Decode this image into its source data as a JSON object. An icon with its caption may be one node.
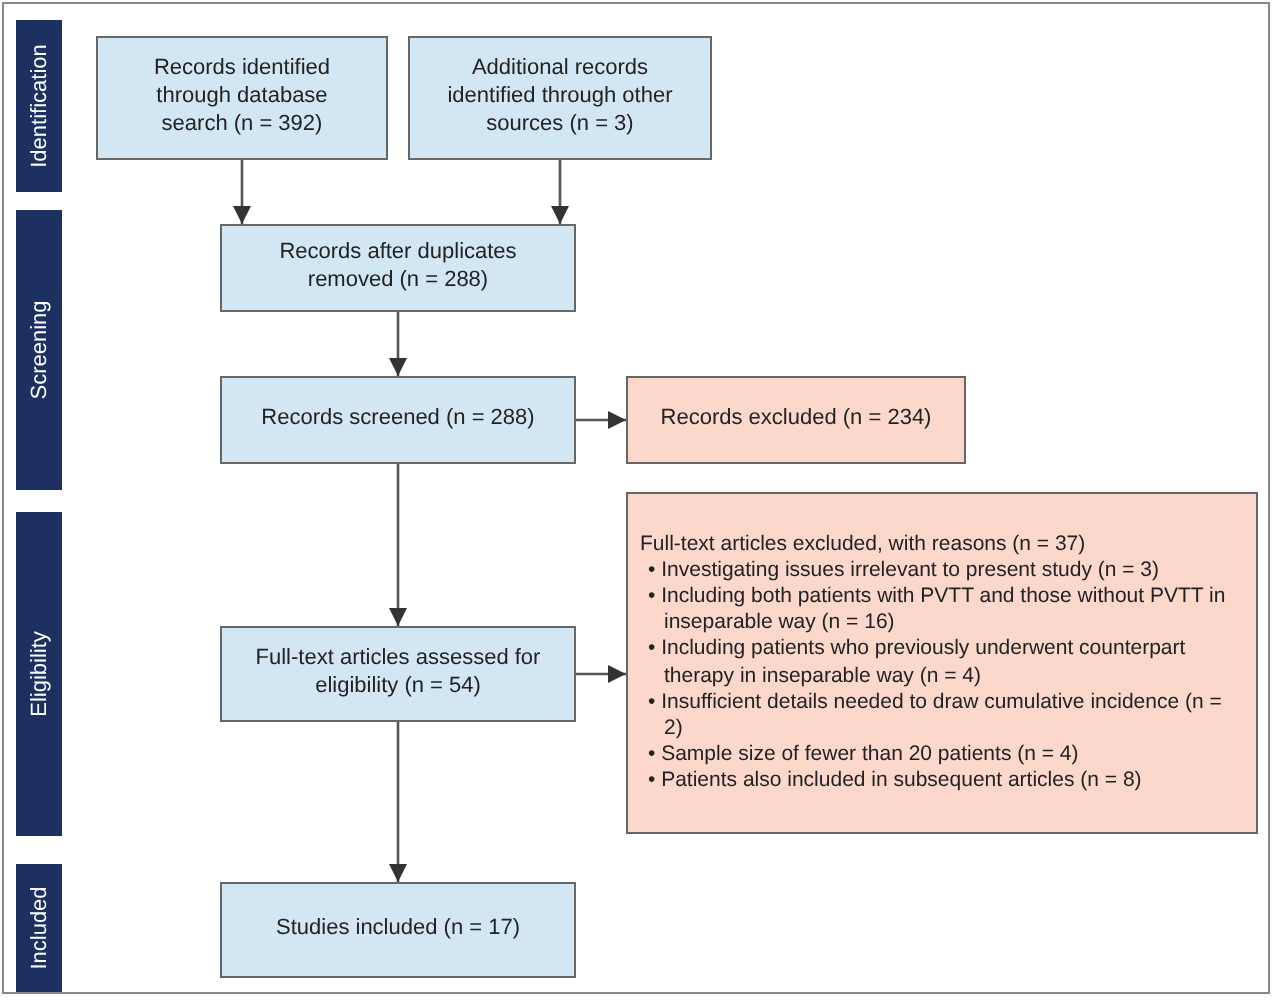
{
  "diagram": {
    "nodes": [
      {
        "text": [
          "Identification"
        ]
      },
      {
        "text": [
          "Screening"
        ]
      },
      {
        "text": [
          "Eligibility"
        ]
      },
      {
        "text": [
          "Included"
        ]
      },
      {
        "text": [
          "Records identified through database search (n = 392)"
        ]
      },
      {
        "text": [
          "Additional records identified through other sources (n = 3)"
        ]
      },
      {
        "text": [
          "Records after duplicates removed (n = 288)"
        ]
      },
      {
        "text": [
          "Records screened (n = 288)"
        ]
      },
      {
        "text": [
          "Records excluded (n = 234)"
        ]
      },
      {
        "text": [
          "Full-text articles excluded, with reasons (n = 37)",
          "• Investigating issues irrelevant to present study (n = 3)",
          "• Including both patients with PVTT and those without PVTT in inseparable way (n = 16)",
          "• Including patients who previously underwent counterpart therapy in inseparable way (n = 4)",
          "• Insufficient details needed to draw cumulative incidence (n = 2)",
          "• Sample size of fewer than 20 patients (n = 4)",
          "• Patients also included in subsequent articles (n = 8)"
        ]
      },
      {
        "text": [
          "Full-text articles assessed for eligibility (n = 54)"
        ]
      },
      {
        "text": [
          "Studies included (n = 17)"
        ]
      }
    ],
    "edges": [
      {
        "from": 4,
        "to": 6,
        "arrow": "to"
      },
      {
        "from": 5,
        "to": 6,
        "arrow": "to"
      },
      {
        "from": 6,
        "to": 7,
        "arrow": "to"
      },
      {
        "from": 7,
        "to": 8,
        "arrow": "to"
      },
      {
        "from": 7,
        "to": 10,
        "arrow": "to"
      },
      {
        "from": 10,
        "to": 9,
        "arrow": "to"
      },
      {
        "from": 10,
        "to": 11,
        "arrow": "to"
      }
    ]
  }
}
